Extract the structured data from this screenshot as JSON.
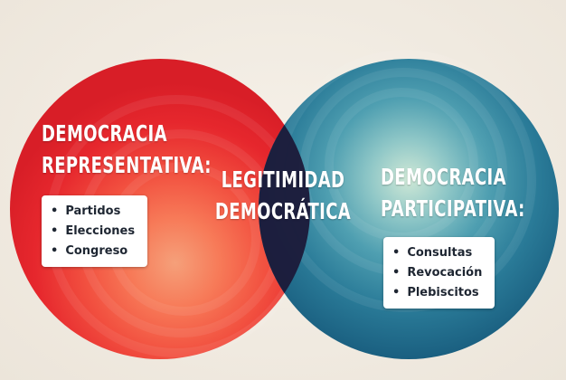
{
  "left": {
    "heading_line1": "DEMOCRACIA",
    "heading_line2": "REPRESENTATIVA:",
    "items": [
      "Partidos",
      "Elecciones",
      "Congreso"
    ],
    "color": "#e8222c"
  },
  "right": {
    "heading_line1": "DEMOCRACIA",
    "heading_line2": "PARTICIPATIVA:",
    "items": [
      "Consultas",
      "Revocación",
      "Plebiscitos"
    ],
    "color": "#1a6f8e"
  },
  "center": {
    "heading_line1": "LEGITIMIDAD",
    "heading_line2": "DEMOCRÁTICA",
    "color": "#1c1b3a"
  }
}
